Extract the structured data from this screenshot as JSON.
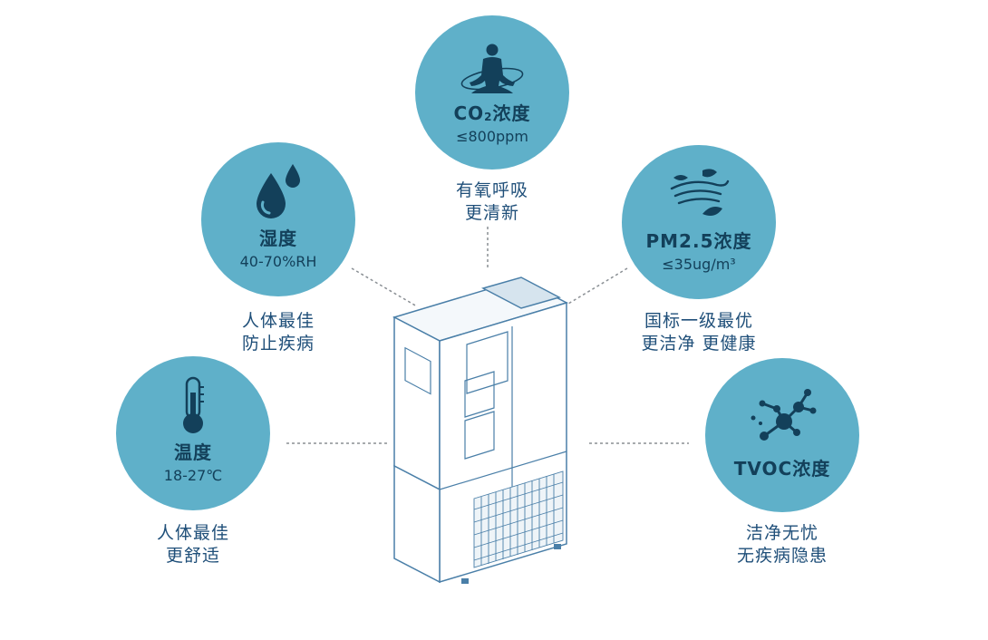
{
  "co2": {
    "title_prefix": "CO",
    "title_sub": "2",
    "title_suffix": "浓度",
    "value": "≤800ppm",
    "caption": [
      "有氧呼吸",
      "更清新"
    ],
    "icon": "meditation-icon"
  },
  "humidity": {
    "title": "湿度",
    "value": "40-70%RH",
    "caption": [
      "人体最佳",
      "防止疾病"
    ],
    "icon": "water-drop-icon"
  },
  "pm25": {
    "title": "PM2.5浓度",
    "value": "≤35ug/m³",
    "caption": [
      "国标一级最优",
      "更洁净 更健康"
    ],
    "icon": "wind-leaf-icon"
  },
  "temperature": {
    "title": "温度",
    "value": "18-27℃",
    "caption": [
      "人体最佳",
      "更舒适"
    ],
    "icon": "thermometer-icon"
  },
  "tvoc": {
    "title": "TVOC浓度",
    "caption": [
      "洁净无忧",
      "无疾病隐患"
    ],
    "icon": "molecule-icon"
  },
  "colors": {
    "circle": "#5fb0c9",
    "circle_text": "#13405a",
    "caption_text": "#1f4f79",
    "connector": "#8a8f94",
    "unit_outline": "#4a7fa8"
  },
  "center_unit": "air-handling-unit-illustration"
}
